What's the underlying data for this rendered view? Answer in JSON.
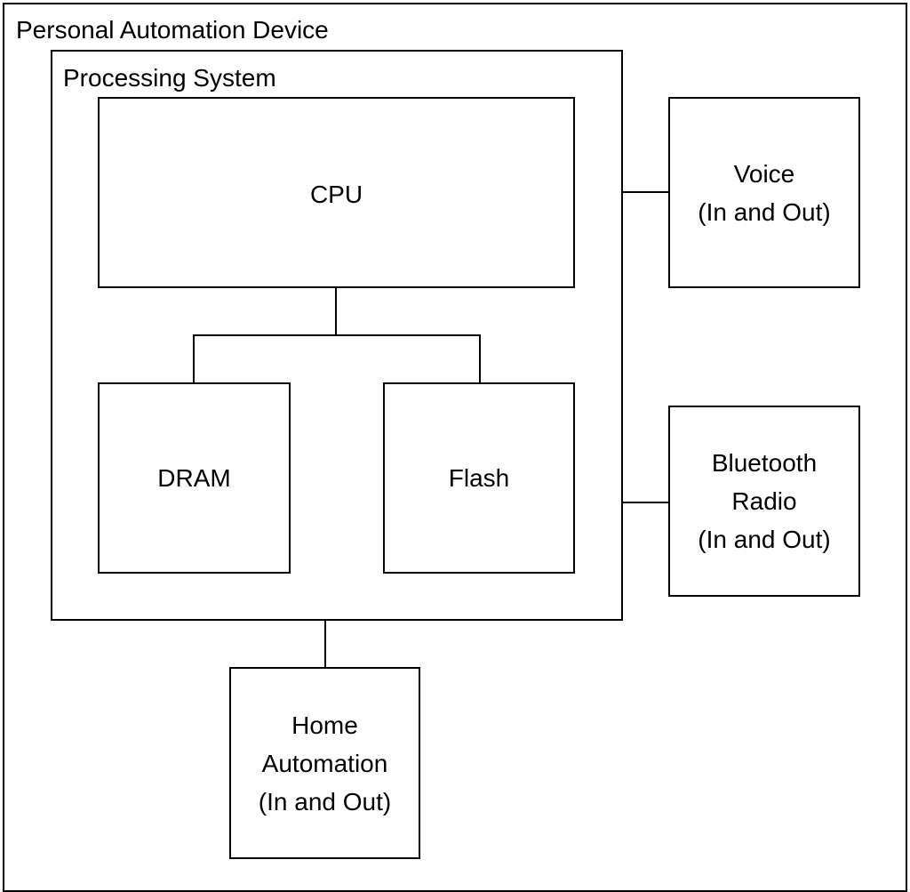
{
  "diagram": {
    "outer_label": "Personal Automation Device",
    "processing_label": "Processing System",
    "cpu": "CPU",
    "dram": "DRAM",
    "flash": "Flash",
    "voice": "Voice\n(In and Out)",
    "bluetooth": "Bluetooth\nRadio\n(In and Out)",
    "home": "Home\nAutomation\n(In and Out)"
  },
  "colors": {
    "stroke": "#000000",
    "background": "#ffffff"
  }
}
